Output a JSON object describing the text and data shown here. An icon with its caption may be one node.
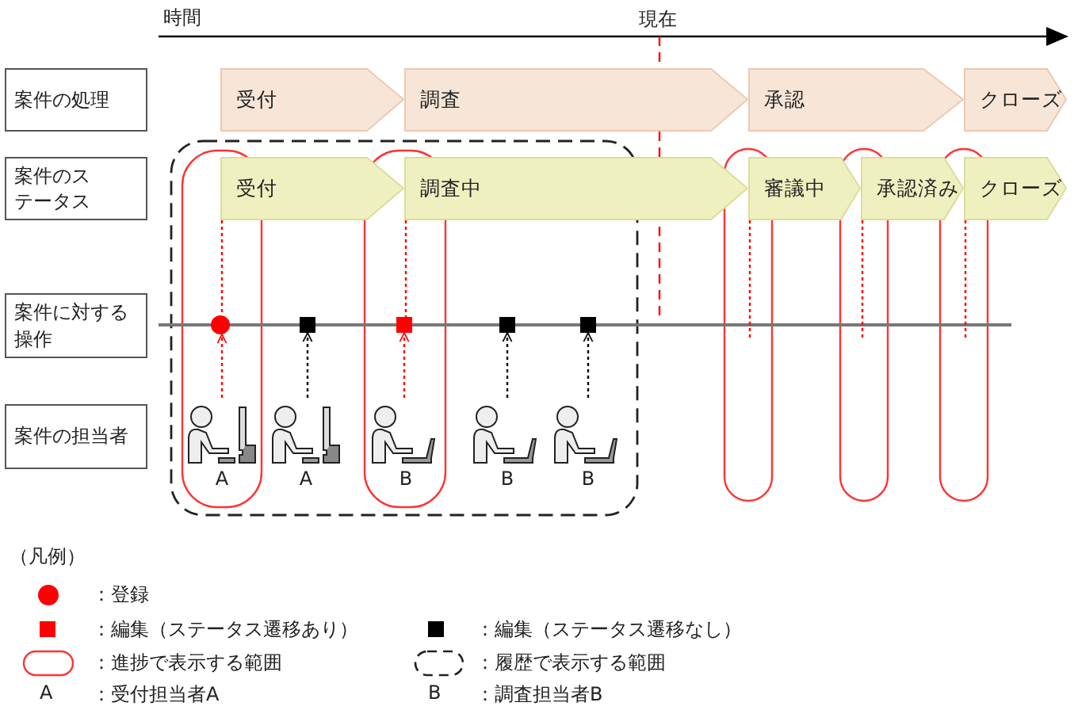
{
  "diagram": {
    "nodes": [
      {
        "text": [
          "案件の処理"
        ]
      },
      {
        "text": [
          "受付"
        ]
      },
      {
        "text": [
          "調査"
        ]
      },
      {
        "text": [
          "承認"
        ]
      },
      {
        "text": [
          "クローズ"
        ]
      },
      {
        "text": [
          "案件のステータス"
        ]
      },
      {
        "text": [
          "受付"
        ]
      },
      {
        "text": [
          "調査中"
        ]
      },
      {
        "text": [
          "審議中"
        ]
      },
      {
        "text": [
          "承認済み"
        ]
      },
      {
        "text": [
          "クローズ"
        ]
      },
      {
        "text": [
          "案件に対する操作"
        ]
      },
      {
        "text": [],
        "shape": "circle"
      },
      {
        "text": [],
        "shape": "box"
      },
      {
        "text": [],
        "shape": "box"
      },
      {
        "text": [],
        "shape": "box"
      },
      {
        "text": [],
        "shape": "box"
      },
      {
        "text": [
          "案件の担当者"
        ]
      },
      {
        "text": [
          "A"
        ]
      },
      {
        "text": [
          "A"
        ]
      },
      {
        "text": [
          "B"
        ]
      },
      {
        "text": [
          "B"
        ]
      },
      {
        "text": [
          "B"
        ]
      }
    ],
    "edges": [
      {
        "from": 6,
        "to": 12,
        "arrow": "none",
        "style": "dashed",
        "color": "#ff0000"
      },
      {
        "from": 7,
        "to": 14,
        "arrow": "none",
        "style": "dashed",
        "color": "#ff0000"
      },
      {
        "from": 8,
        "to": null,
        "arrow": "none",
        "style": "dashed",
        "color": "#ff0000"
      },
      {
        "from": 9,
        "to": null,
        "arrow": "none",
        "style": "dashed",
        "color": "#ff0000"
      },
      {
        "from": 10,
        "to": null,
        "arrow": "none",
        "style": "dashed",
        "color": "#ff0000"
      },
      {
        "from": 18,
        "to": 12,
        "arrow": "to",
        "style": "dashed",
        "color": "#ff0000"
      },
      {
        "from": 19,
        "to": 13,
        "arrow": "to",
        "style": "dashed",
        "color": "#000000"
      },
      {
        "from": 20,
        "to": 14,
        "arrow": "to",
        "style": "dashed",
        "color": "#ff0000"
      },
      {
        "from": 21,
        "to": 15,
        "arrow": "to",
        "style": "dashed",
        "color": "#000000"
      },
      {
        "from": 22,
        "to": 16,
        "arrow": "to",
        "style": "dashed",
        "color": "#000000"
      }
    ],
    "labels": [
      "時間",
      "現在",
      "（凡例）",
      "A",
      "B"
    ],
    "legend": [
      {
        "text": "：登録",
        "color": "#ff0000"
      },
      {
        "text": "：編集（ステータス遷移あり）",
        "color": "#ff0000"
      },
      {
        "text": "：編集（ステータス遷移なし）",
        "color": "#000000"
      },
      {
        "text": "：進捗で表示する範囲"
      },
      {
        "text": "：履歴で表示する範囲"
      },
      {
        "text": "：受付担当者A"
      },
      {
        "text": "：調査担当者B"
      }
    ]
  }
}
